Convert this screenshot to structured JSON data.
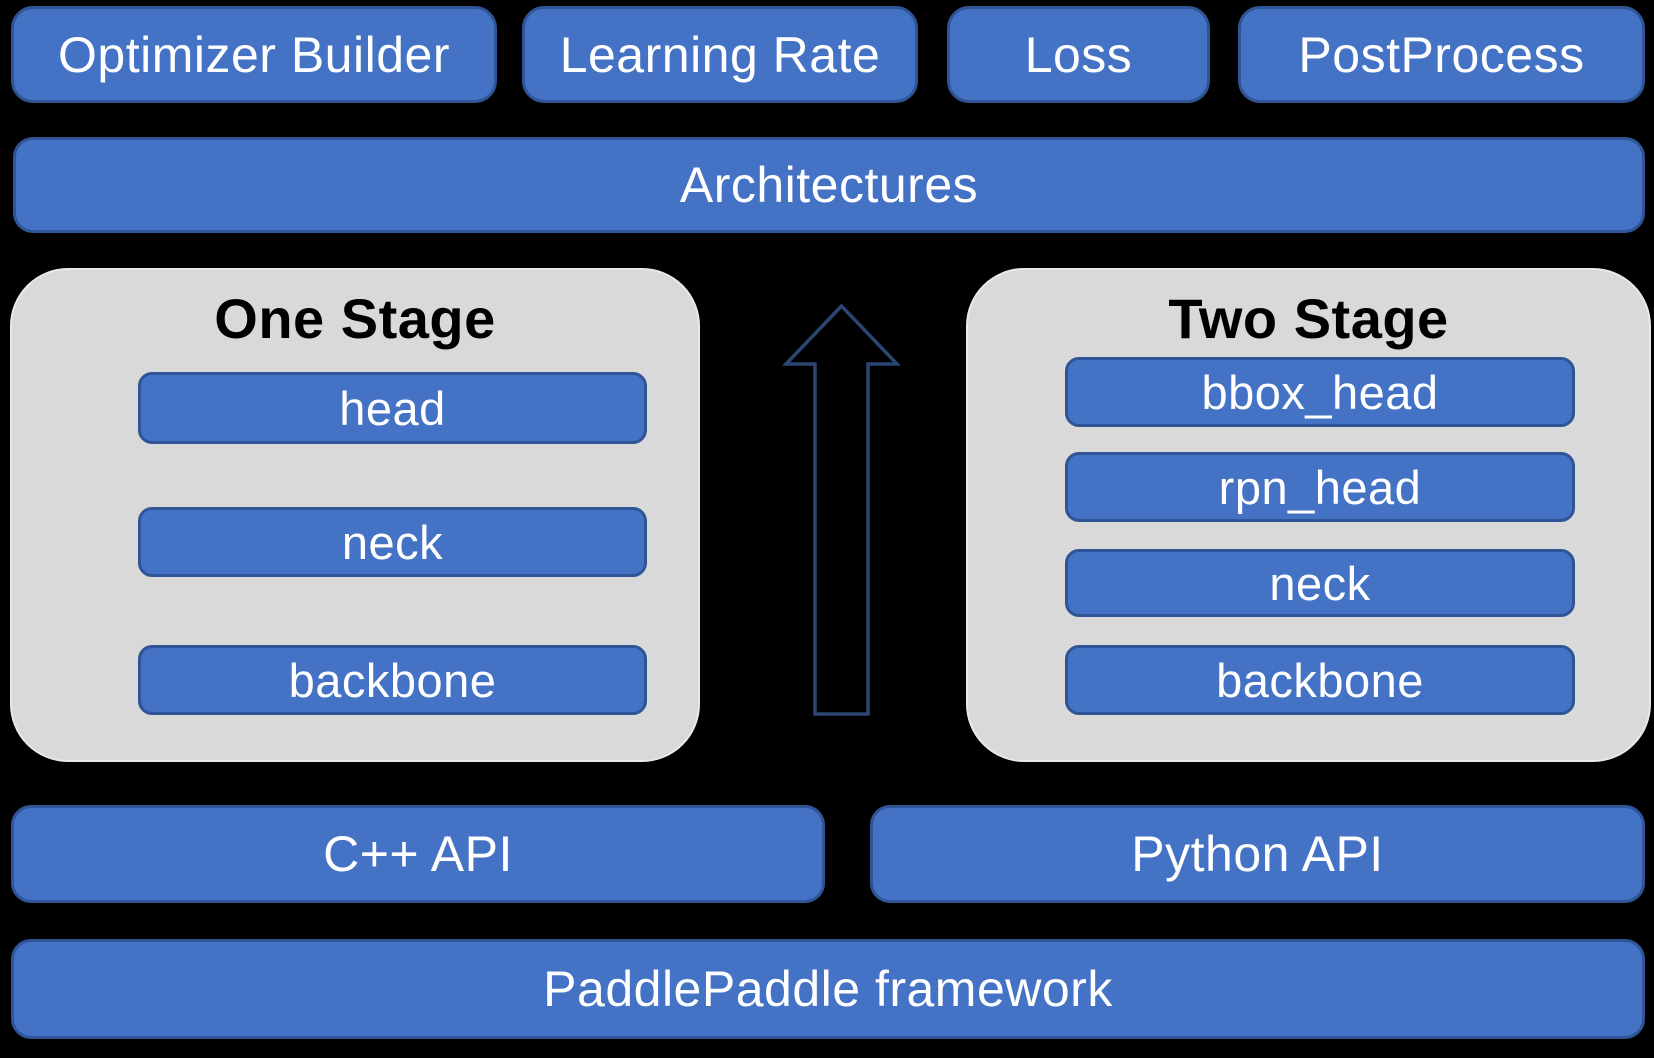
{
  "top_row": {
    "items": [
      {
        "label": "Optimizer Builder"
      },
      {
        "label": "Learning Rate"
      },
      {
        "label": "Loss"
      },
      {
        "label": "PostProcess"
      }
    ]
  },
  "architectures": {
    "label": "Architectures"
  },
  "stages": {
    "one_stage": {
      "title": "One Stage",
      "modules": [
        {
          "label": "head"
        },
        {
          "label": "neck"
        },
        {
          "label": "backbone"
        }
      ]
    },
    "two_stage": {
      "title": "Two Stage",
      "modules": [
        {
          "label": "bbox_head"
        },
        {
          "label": "rpn_head"
        },
        {
          "label": "neck"
        },
        {
          "label": "backbone"
        }
      ]
    }
  },
  "arrow": {
    "icon": "up-arrow",
    "direction": "up"
  },
  "api_row": {
    "items": [
      {
        "label": "C++ API"
      },
      {
        "label": "Python API"
      }
    ]
  },
  "framework": {
    "label": "PaddlePaddle framework"
  },
  "colors": {
    "background": "#000000",
    "box_fill": "#4472C4",
    "box_border": "#2F5597",
    "container_fill": "#D9D9D9",
    "container_border": "#E9E9E9",
    "arrow_outline": "#2B4672",
    "text_on_blue": "#FFFFFF",
    "text_on_gray": "#000000"
  }
}
